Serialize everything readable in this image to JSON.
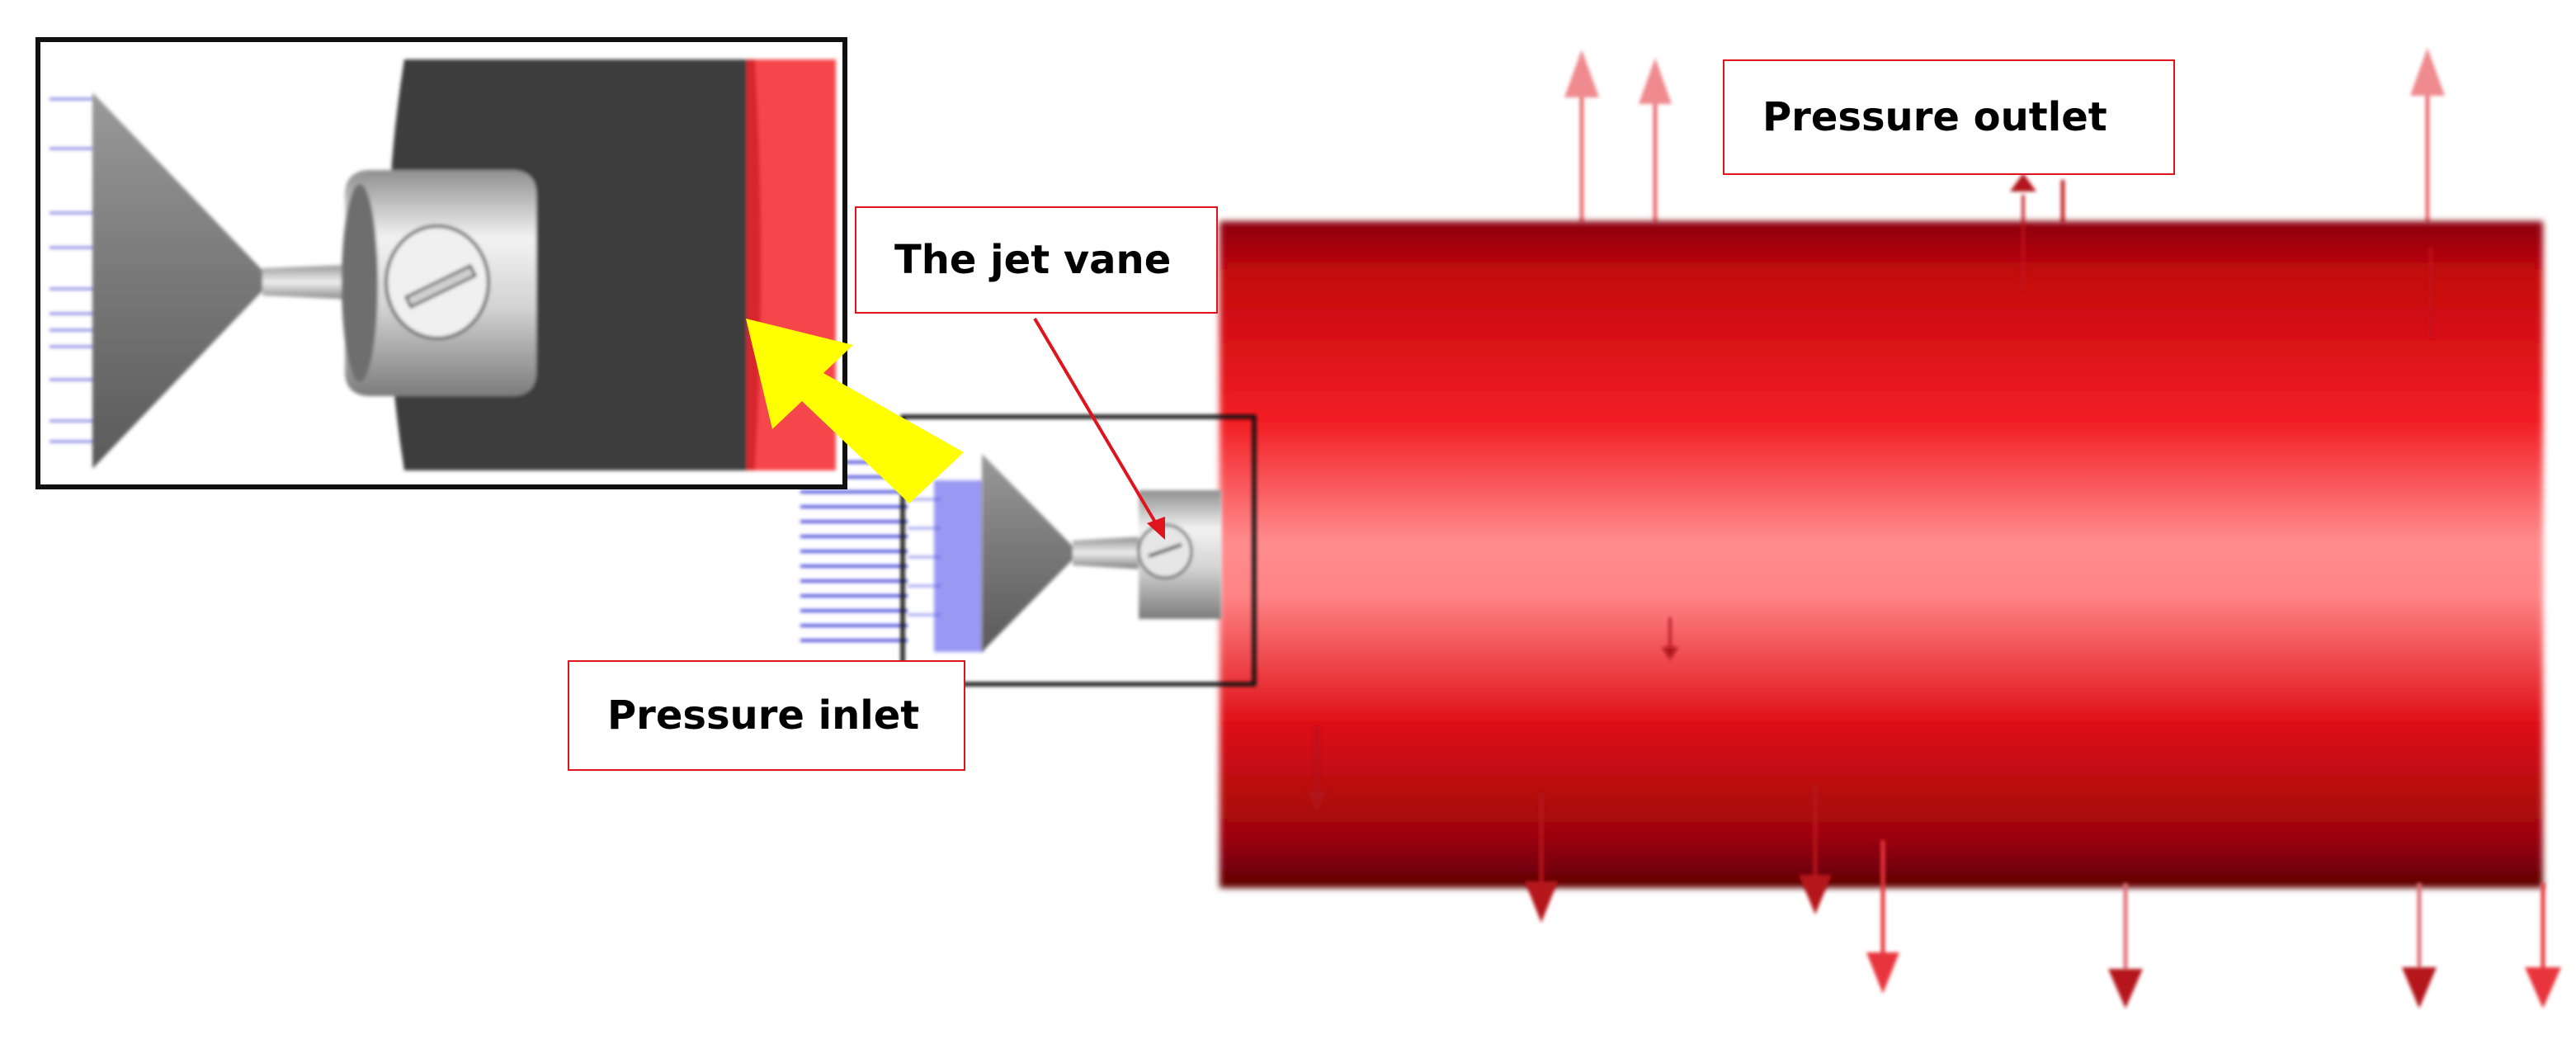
{
  "labels": {
    "pressure_outlet": "Pressure outlet",
    "jet_vane": "The jet vane",
    "pressure_inlet": "Pressure inlet"
  },
  "colors": {
    "domain_red": "#d3070d",
    "domain_highlight": "#ff8d8f",
    "domain_dark": "#7a0306",
    "arrow_red": "#e8363c",
    "label_border": "#e0141c",
    "inlet_lines": "#2b2be0",
    "inlet_lines_light": "#8b8bf0",
    "zoom_arrow": "#ffff00",
    "inset_background": "#3c3c3c",
    "inset_outlet_strip": "#f5474b"
  },
  "icons": {
    "outlet_arrows": "arrow-up-icon",
    "exhaust_arrows": "arrow-down-icon",
    "zoom_arrow": "zoom-arrow-icon"
  }
}
